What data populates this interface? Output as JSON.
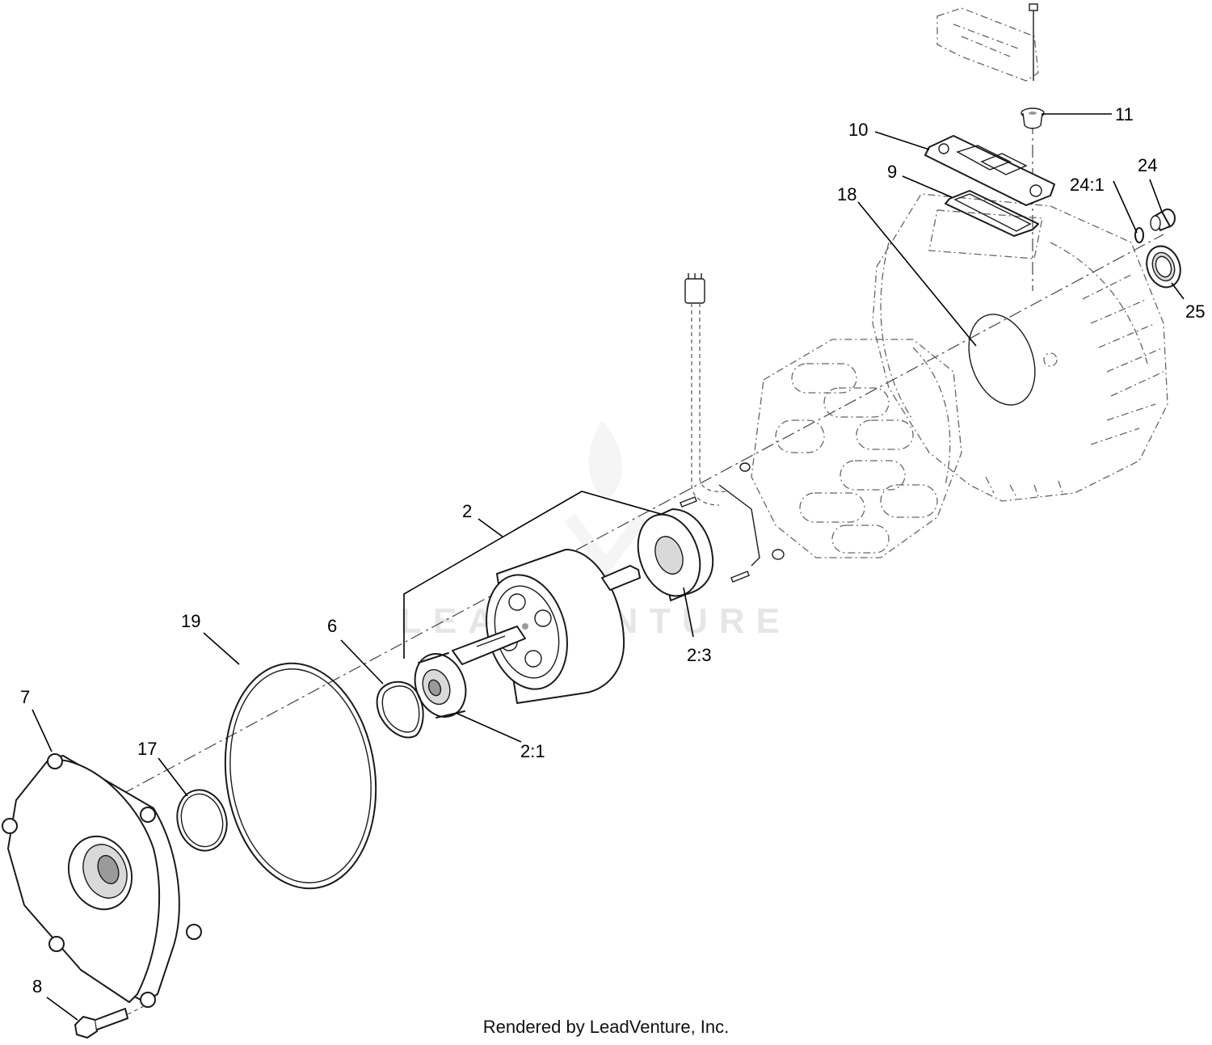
{
  "watermark": "LEADVENTURE",
  "footer": "Rendered by LeadVenture, Inc.",
  "callouts": {
    "c2": "2",
    "c2_1": "2:1",
    "c2_3": "2:3",
    "c6": "6",
    "c7": "7",
    "c8": "8",
    "c9": "9",
    "c10": "10",
    "c11": "11",
    "c17": "17",
    "c18": "18",
    "c19": "19",
    "c24": "24",
    "c24_1": "24:1",
    "c25": "25"
  }
}
